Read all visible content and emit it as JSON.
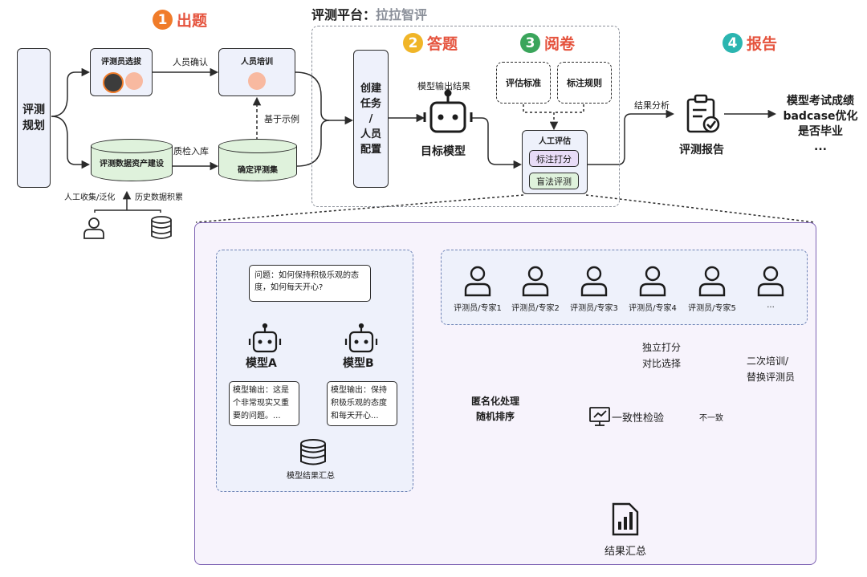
{
  "platform": {
    "prefix": "评测平台：",
    "name": "拉拉智评"
  },
  "steps": [
    {
      "num": "1",
      "label": "出题",
      "color": "#f07c2a"
    },
    {
      "num": "2",
      "label": "答题",
      "color": "#f0b528"
    },
    {
      "num": "3",
      "label": "阅卷",
      "color": "#3aa55b"
    },
    {
      "num": "4",
      "label": "报告",
      "color": "#2bb5b0"
    }
  ],
  "planning": {
    "line1": "评测",
    "line2": "规划"
  },
  "selection": {
    "title": "评测员选拔"
  },
  "training": {
    "title": "人员培训"
  },
  "data_build": {
    "title": "评测数据资产建设"
  },
  "eval_set": {
    "title": "确定评测集"
  },
  "edge_labels": {
    "confirm": "人员确认",
    "qc": "质检入库",
    "example": "基于示例",
    "collect": "人工收集/泛化",
    "history": "历史数据积累",
    "model_output": "模型输出结果",
    "analysis": "结果分析"
  },
  "task": {
    "line1": "创建",
    "line2": "任务",
    "line3": "/",
    "line4": "人员",
    "line5": "配置"
  },
  "target_model": "目标模型",
  "criteria": [
    "评估标准",
    "标注规则"
  ],
  "human_eval": {
    "title": "人工评估",
    "items": [
      "标注打分",
      "盲法评测"
    ]
  },
  "report": {
    "title": "评测报告"
  },
  "outcomes": [
    "模型考试成绩",
    "badcase优化",
    "是否毕业",
    "..."
  ],
  "detail": {
    "question": "问题：如何保持积极乐观的态度，如何每天开心?",
    "model_a": {
      "name": "模型A",
      "output": "模型输出：这是个非常现实又重要的问题。..."
    },
    "model_b": {
      "name": "模型B",
      "output": "模型输出：保持积极乐观的态度和每天开心..."
    },
    "summary": "模型结果汇总",
    "anon_line1": "匿名化处理",
    "anon_line2": "随机排序",
    "raters": [
      "评测员/专家1",
      "评测员/专家2",
      "评测员/专家3",
      "评测员/专家4",
      "评测员/专家5",
      "..."
    ],
    "score_line1": "独立打分",
    "score_line2": "对比选择",
    "consistency": "一致性检验",
    "inconsistent": "不一致",
    "retrain_line1": "二次培训/",
    "retrain_line2": "替换评测员",
    "result": "结果汇总"
  }
}
